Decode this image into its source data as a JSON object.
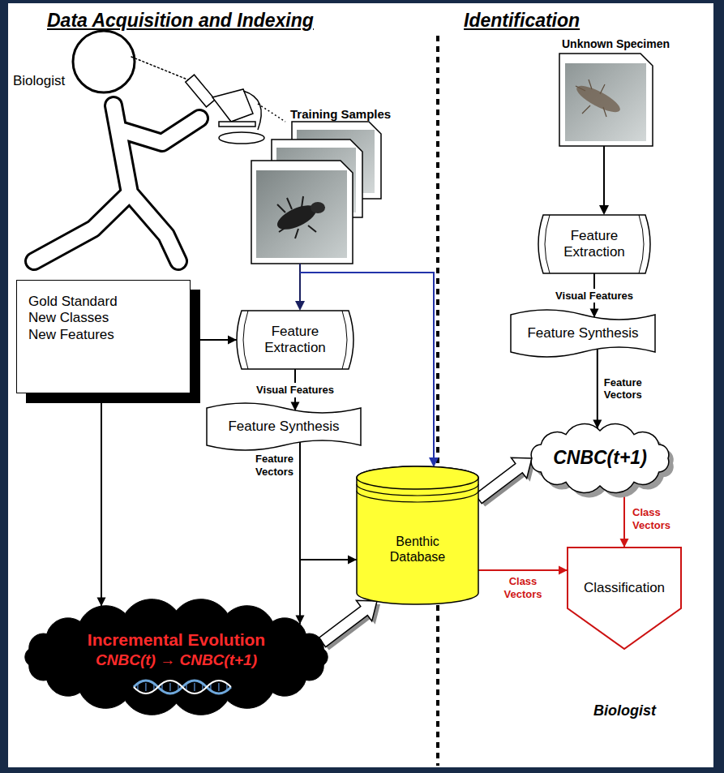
{
  "diagram": {
    "nodes": [
      {
        "text": [
          "Gold Standard New Classes New Features"
        ]
      },
      {
        "text": [
          "Feature Extraction"
        ]
      },
      {
        "text": [
          "Feature Synthesis"
        ]
      },
      {
        "text": [
          "Benthic Database"
        ]
      },
      {
        "text": [
          "Incremental Evolution",
          "CNBC(t) → CNBC(t+1)"
        ]
      },
      {
        "text": [
          "Feature Extraction"
        ]
      },
      {
        "text": [
          "Feature Synthesis"
        ]
      },
      {
        "text": [
          "CNBC(t+1)"
        ]
      },
      {
        "text": [
          "Classification"
        ]
      }
    ],
    "edges": [
      {
        "from": 0,
        "to": 1,
        "arrow": "to"
      },
      {
        "from": 0,
        "to": 4,
        "arrow": "to"
      },
      {
        "from": 1,
        "to": 2,
        "label": "Visual Features",
        "arrow": "to"
      },
      {
        "from": 2,
        "to": 4,
        "label": "Feature Vectors",
        "arrow": "to"
      },
      {
        "from": 2,
        "to": 3,
        "arrow": "to"
      },
      {
        "from": 4,
        "to": 3,
        "arrow": "to"
      },
      {
        "from": 3,
        "to": 7,
        "arrow": "to"
      },
      {
        "from": 3,
        "to": 8,
        "label": "Class Vectors",
        "arrow": "to"
      },
      {
        "from": 7,
        "to": 8,
        "label": "Class Vectors",
        "arrow": "to"
      },
      {
        "from": 5,
        "to": 6,
        "label": "Visual Features",
        "arrow": "to"
      },
      {
        "from": 6,
        "to": 7,
        "label": "Feature Vectors",
        "arrow": "to"
      }
    ],
    "labels": [
      "Data Acquisition and Indexing",
      "Identification",
      "Biologist",
      "Training Samples",
      "Unknown Specimen",
      "Biologist"
    ]
  }
}
